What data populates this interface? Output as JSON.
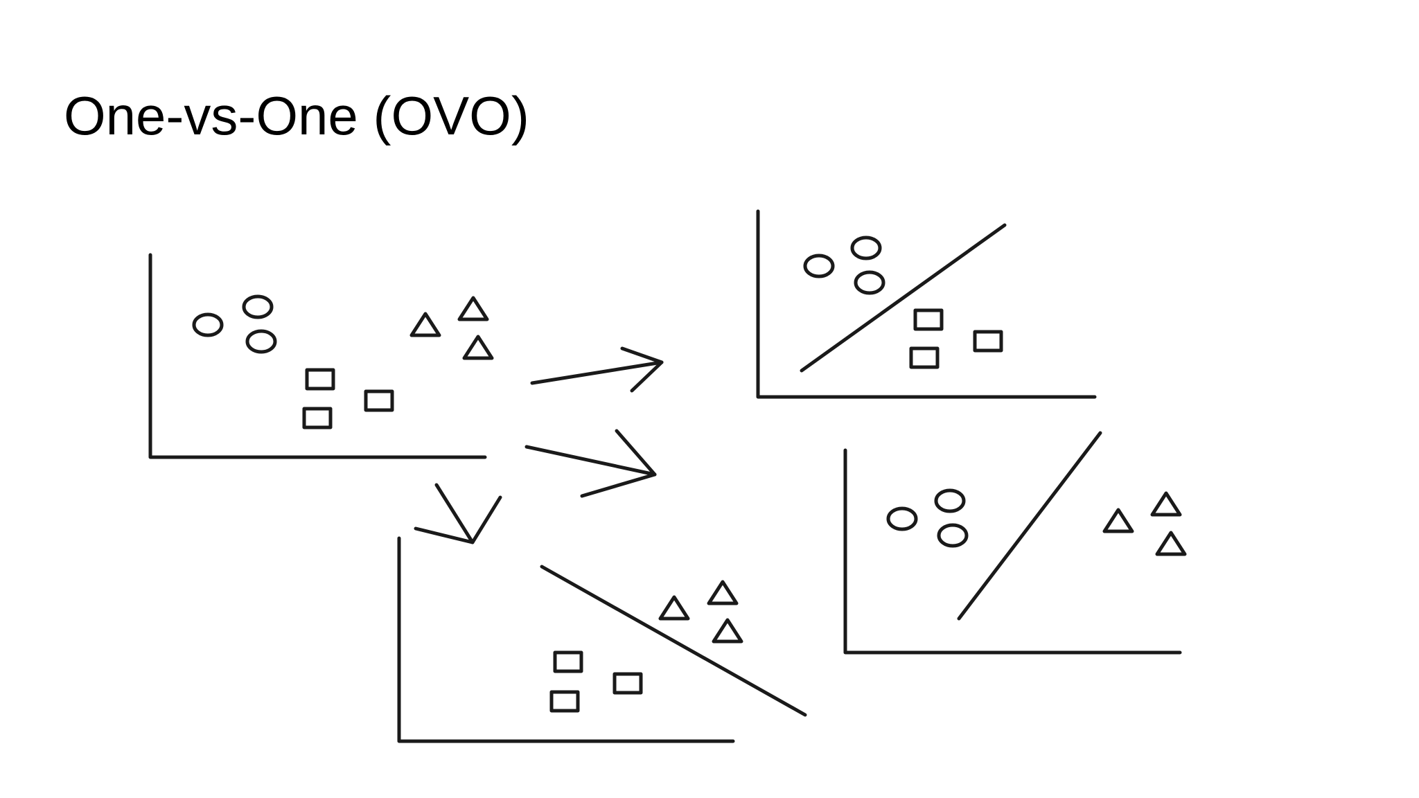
{
  "slide": {
    "title": "One-vs-One (OVO)",
    "ink_color": "#1a1a1a",
    "background": "#ffffff"
  },
  "diagram": {
    "description_classes": [
      "circle",
      "square",
      "triangle"
    ],
    "source_plot": {
      "classes": [
        "circle",
        "square",
        "triangle"
      ]
    },
    "pairwise_plots": [
      {
        "classes": [
          "circle",
          "square"
        ],
        "divider": "diagonal-line"
      },
      {
        "classes": [
          "circle",
          "triangle"
        ],
        "divider": "diagonal-line"
      },
      {
        "classes": [
          "square",
          "triangle"
        ],
        "divider": "diagonal-line"
      }
    ],
    "arrows": 3
  }
}
